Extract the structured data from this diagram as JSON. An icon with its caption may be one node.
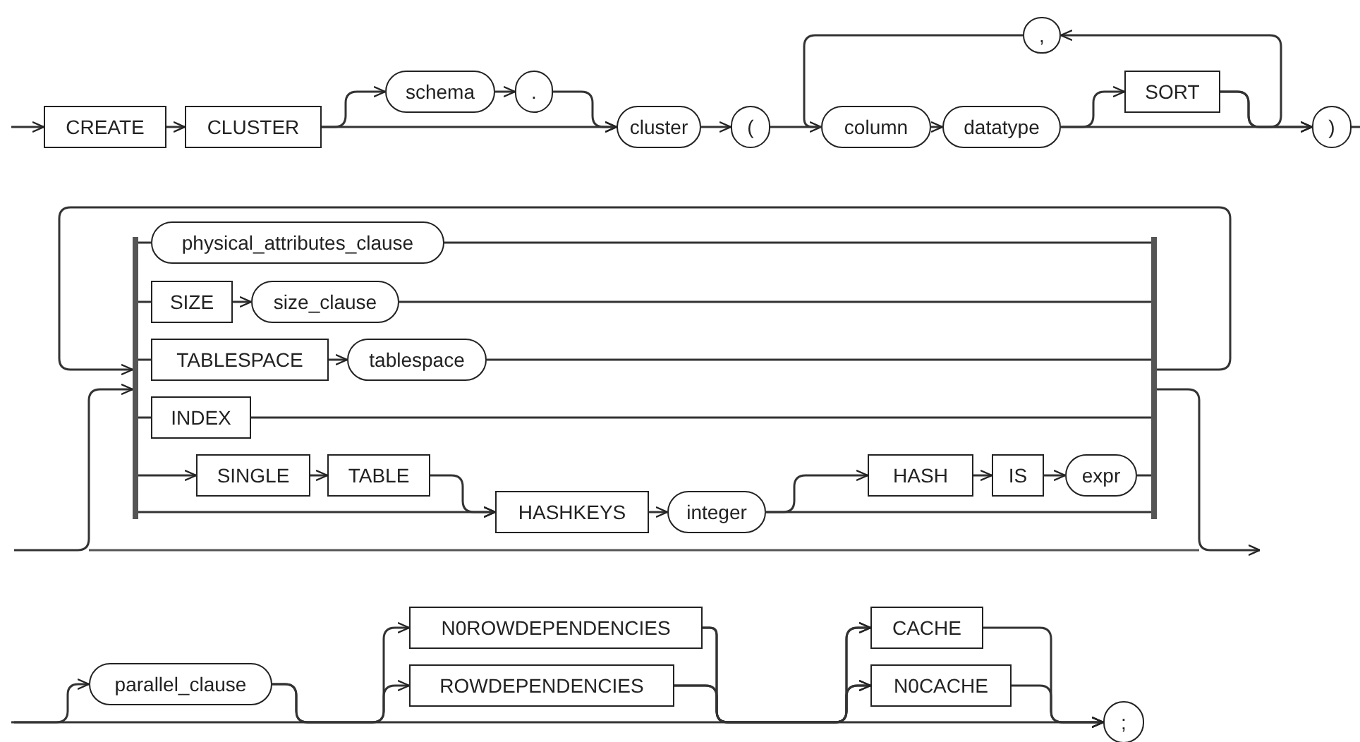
{
  "diagram": {
    "nodes": [
      {
        "text": [
          "CREATE"
        ]
      },
      {
        "text": [
          "CLUSTER"
        ]
      },
      {
        "text": [
          "schema"
        ]
      },
      {
        "text": [
          "."
        ]
      },
      {
        "text": [
          "cluster"
        ]
      },
      {
        "text": [
          "("
        ]
      },
      {
        "text": [
          ","
        ]
      },
      {
        "text": [
          "column"
        ]
      },
      {
        "text": [
          "datatype"
        ]
      },
      {
        "text": [
          "SORT"
        ]
      },
      {
        "text": [
          ")"
        ]
      },
      {
        "text": [
          "physical_attributes_clause"
        ]
      },
      {
        "text": [
          "SIZE"
        ]
      },
      {
        "text": [
          "size_clause"
        ]
      },
      {
        "text": [
          "TABLESPACE"
        ]
      },
      {
        "text": [
          "tablespace"
        ]
      },
      {
        "text": [
          "INDEX"
        ]
      },
      {
        "text": [
          "SINGLE"
        ]
      },
      {
        "text": [
          "TABLE"
        ]
      },
      {
        "text": [
          "HASHKEYS"
        ]
      },
      {
        "text": [
          "integer"
        ]
      },
      {
        "text": [
          "HASH"
        ]
      },
      {
        "text": [
          "IS"
        ]
      },
      {
        "text": [
          "expr"
        ]
      },
      {
        "text": [
          "parallel_clause"
        ]
      },
      {
        "text": [
          "N0ROWDEPENDENCIES"
        ]
      },
      {
        "text": [
          "ROWDEPENDENCIES"
        ]
      },
      {
        "text": [
          "CACHE"
        ]
      },
      {
        "text": [
          "N0CACHE"
        ]
      },
      {
        "text": [
          ";"
        ]
      },
      {
        "text": [],
        "shape": "bar"
      },
      {
        "text": [],
        "shape": "bar"
      }
    ],
    "edges": [
      {
        "from": null,
        "to": 0,
        "arrow": "to"
      },
      {
        "from": 0,
        "to": 1,
        "arrow": "to"
      },
      {
        "from": 1,
        "to": 2,
        "arrow": "to"
      },
      {
        "from": 1,
        "to": 4,
        "arrow": "to"
      },
      {
        "from": 2,
        "to": 3,
        "arrow": "to"
      },
      {
        "from": 3,
        "to": 4,
        "arrow": "to"
      },
      {
        "from": 4,
        "to": 5,
        "arrow": "to"
      },
      {
        "from": 5,
        "to": 7,
        "arrow": "to"
      },
      {
        "from": 7,
        "to": 8,
        "arrow": "to"
      },
      {
        "from": 8,
        "to": 9,
        "arrow": "to"
      },
      {
        "from": 8,
        "to": 10,
        "arrow": "to"
      },
      {
        "from": 9,
        "to": 10,
        "arrow": "to"
      },
      {
        "from": 9,
        "to": 6,
        "arrow": "to"
      },
      {
        "from": 6,
        "to": 7,
        "arrow": "none"
      },
      {
        "from": 10,
        "to": null,
        "arrow": "none"
      },
      {
        "from": 30,
        "to": 11,
        "arrow": "none"
      },
      {
        "from": 11,
        "to": 31,
        "arrow": "none"
      },
      {
        "from": 30,
        "to": 12,
        "arrow": "none"
      },
      {
        "from": 12,
        "to": 13,
        "arrow": "to"
      },
      {
        "from": 13,
        "to": 31,
        "arrow": "none"
      },
      {
        "from": 30,
        "to": 14,
        "arrow": "none"
      },
      {
        "from": 14,
        "to": 15,
        "arrow": "to"
      },
      {
        "from": 15,
        "to": 31,
        "arrow": "none"
      },
      {
        "from": 30,
        "to": 16,
        "arrow": "none"
      },
      {
        "from": 16,
        "to": 31,
        "arrow": "none"
      },
      {
        "from": 30,
        "to": 17,
        "arrow": "to"
      },
      {
        "from": 17,
        "to": 18,
        "arrow": "to"
      },
      {
        "from": 18,
        "to": 19,
        "arrow": "to"
      },
      {
        "from": 30,
        "to": 19,
        "arrow": "to"
      },
      {
        "from": 19,
        "to": 20,
        "arrow": "to"
      },
      {
        "from": 20,
        "to": 21,
        "arrow": "to"
      },
      {
        "from": 21,
        "to": 22,
        "arrow": "to"
      },
      {
        "from": 22,
        "to": 23,
        "arrow": "to"
      },
      {
        "from": 23,
        "to": 31,
        "arrow": "none"
      },
      {
        "from": 20,
        "to": 31,
        "arrow": "none"
      },
      {
        "from": null,
        "to": 24,
        "arrow": "to"
      },
      {
        "from": null,
        "to": 29,
        "arrow": "to"
      },
      {
        "from": 24,
        "to": 25,
        "arrow": "to"
      },
      {
        "from": 24,
        "to": 26,
        "arrow": "to"
      },
      {
        "from": 25,
        "to": 27,
        "arrow": "to"
      },
      {
        "from": 25,
        "to": 28,
        "arrow": "to"
      },
      {
        "from": 26,
        "to": 27,
        "arrow": "to"
      },
      {
        "from": 26,
        "to": 28,
        "arrow": "to"
      },
      {
        "from": 27,
        "to": 29,
        "arrow": "to"
      },
      {
        "from": 28,
        "to": 29,
        "arrow": "to"
      },
      {
        "from": null,
        "to": 30,
        "arrow": "to"
      },
      {
        "from": 31,
        "to": 30,
        "arrow": "to"
      },
      {
        "from": 31,
        "to": null,
        "arrow": "to"
      }
    ]
  }
}
